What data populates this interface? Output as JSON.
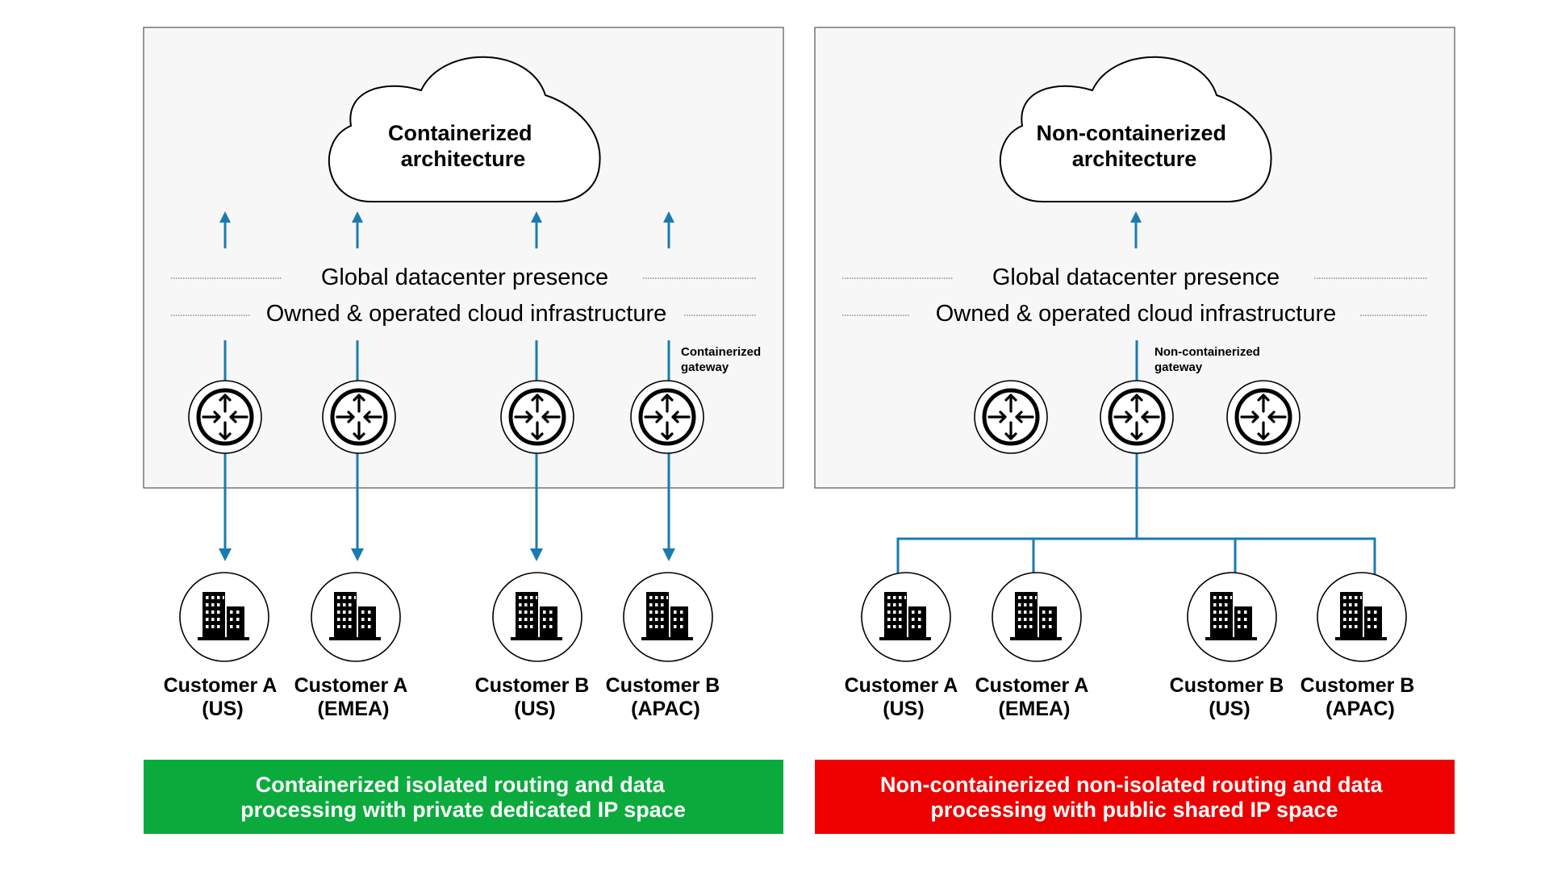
{
  "colors": {
    "connector_blue": "#1a7bb0",
    "good_banner": "#0aab3c",
    "bad_banner": "#ee0000",
    "panel_fill": "#f7f7f7"
  },
  "icons": {
    "router": "router-icon",
    "customer_site": "building-icon"
  },
  "left_panel": {
    "cloud_title": [
      "Containerized",
      "architecture"
    ],
    "band_line1": "Global datacenter presence",
    "band_line2": "Owned & operated cloud infrastructure",
    "gateway_label": [
      "Containerized",
      "gateway"
    ],
    "customers": [
      {
        "name": "Customer A",
        "region": "(US)"
      },
      {
        "name": "Customer A",
        "region": "(EMEA)"
      },
      {
        "name": "Customer B",
        "region": "(US)"
      },
      {
        "name": "Customer B",
        "region": "(APAC)"
      }
    ],
    "banner": [
      "Containerized isolated routing and data",
      "processing with private dedicated IP space"
    ]
  },
  "right_panel": {
    "cloud_title": [
      "Non-containerized",
      "architecture"
    ],
    "band_line1": "Global datacenter presence",
    "band_line2": "Owned & operated cloud infrastructure",
    "gateway_label": [
      "Non-containerized",
      "gateway"
    ],
    "customers": [
      {
        "name": "Customer A",
        "region": "(US)"
      },
      {
        "name": "Customer A",
        "region": "(EMEA)"
      },
      {
        "name": "Customer B",
        "region": "(US)"
      },
      {
        "name": "Customer B",
        "region": "(APAC)"
      }
    ],
    "banner": [
      "Non-containerized non-isolated routing and data",
      "processing with public shared IP space"
    ]
  }
}
